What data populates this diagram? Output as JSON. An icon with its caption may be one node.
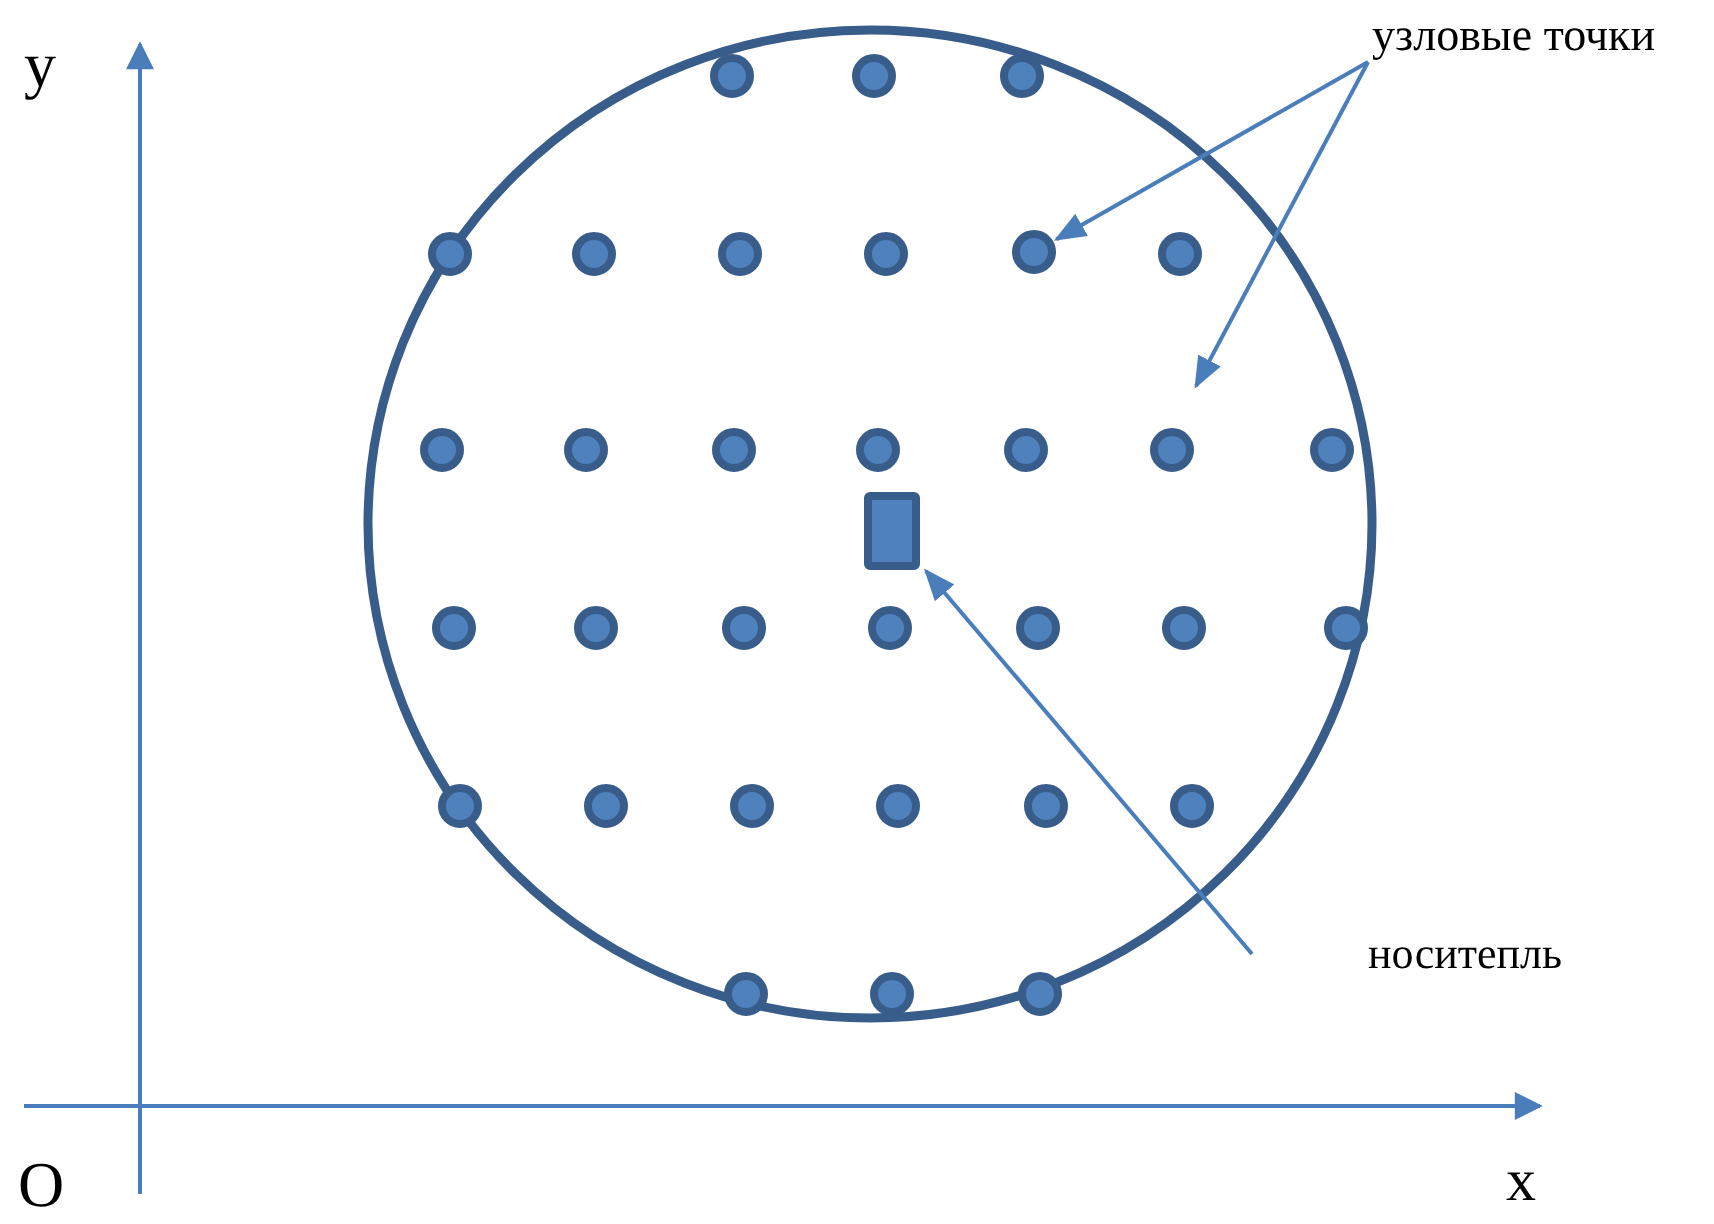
{
  "diagram": {
    "nodes": [
      {
        "text": [
          "узловые точки"
        ]
      },
      {
        "text": [
          "носитепль"
        ]
      },
      {
        "text": [],
        "shape": "box"
      },
      {
        "text": [],
        "shape": "circle"
      }
    ],
    "edges": [
      {
        "from": 0,
        "to": 3,
        "arrow": "to"
      },
      {
        "from": 0,
        "to": null,
        "arrow": "to"
      },
      {
        "from": 1,
        "to": 2,
        "arrow": "to"
      }
    ],
    "labels": [
      "y",
      "O",
      "x"
    ]
  }
}
